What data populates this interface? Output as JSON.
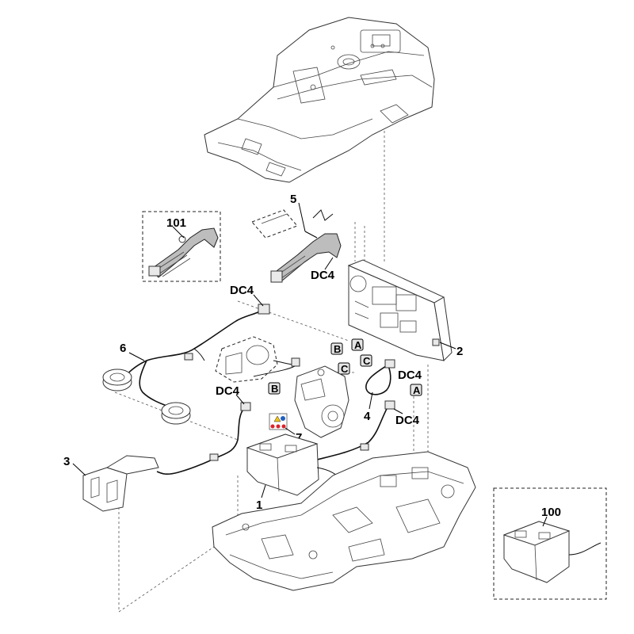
{
  "callouts": {
    "c1": "1",
    "c2": "2",
    "c3": "3",
    "c4": "4",
    "c5": "5",
    "c6": "6",
    "c7": "7",
    "c100": "100",
    "c101": "101"
  },
  "connector_labels": {
    "dc4_top": "DC4",
    "dc4_left": "DC4",
    "dc4_mid_right": "DC4",
    "dc4_right": "DC4",
    "dc4_ribbon": "DC4"
  },
  "boxed_letters": {
    "b1": "B",
    "a1": "A",
    "c_1": "C",
    "c_2": "C",
    "b2": "B",
    "a2": "A"
  },
  "colors": {
    "line": "#333333",
    "dash": "#555555",
    "box_fill": "#e6e6e6",
    "warning_red": "#d8232a",
    "warning_blue": "#1f5fbf",
    "warning_yellow": "#f6c40f"
  }
}
